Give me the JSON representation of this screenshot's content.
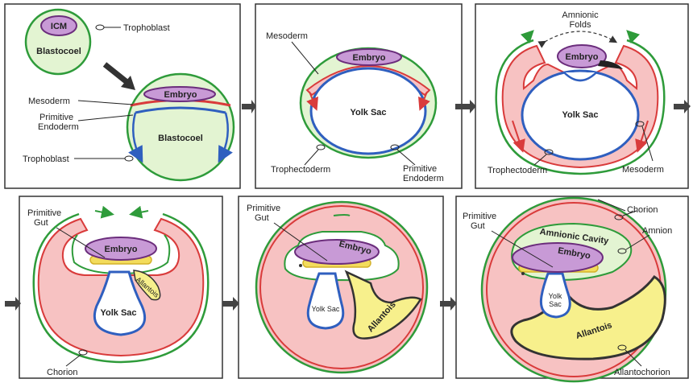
{
  "colors": {
    "chorion_green": "#2e9b3a",
    "trophoblast_fill": "#e3f4d2",
    "mesoderm_red": "#d93b3b",
    "mesoderm_fill": "#f7c2c2",
    "endoderm_blue": "#2f5fbf",
    "embryo_purple": "#c89ad6",
    "embryo_stroke": "#6b2d7c",
    "gut_yellow": "#f3dc5c",
    "allantois_fill": "#f7f08c",
    "frame": "#333333",
    "arrow": "#444444"
  },
  "panels": {
    "p1": {
      "icm": "ICM",
      "trophoblast_top": "Trophoblast",
      "blastocoel_small": "Blastocoel",
      "embryo": "Embryo",
      "mesoderm": "Mesoderm",
      "primitive_endoderm": [
        "Primitive",
        "Endoderm"
      ],
      "blastocoel": "Blastocoel",
      "trophoblast_bottom": "Trophoblast"
    },
    "p2": {
      "mesoderm": "Mesoderm",
      "embryo": "Embryo",
      "yolk_sac": "Yolk Sac",
      "trophectoderm": "Trophectoderm",
      "primitive_endoderm": [
        "Primitive",
        "Endoderm"
      ]
    },
    "p3": {
      "amnionic_folds": [
        "Amnionic",
        "Folds"
      ],
      "embryo": "Embryo",
      "yolk_sac": "Yolk Sac",
      "trophectoderm": "Trophectoderm",
      "mesoderm": "Mesoderm"
    },
    "p4": {
      "primitive_gut": [
        "Primitive",
        "Gut"
      ],
      "embryo": "Embryo",
      "allantois": "Allantois",
      "yolk_sac": "Yolk Sac",
      "chorion": "Chorion"
    },
    "p5": {
      "primitive_gut": [
        "Primitive",
        "Gut"
      ],
      "embryo": "Embryo",
      "yolk_sac": "Yolk Sac",
      "allantois": "Allantois"
    },
    "p6": {
      "primitive_gut": [
        "Primitive",
        "Gut"
      ],
      "chorion": "Chorion",
      "amnionic_cavity": "Amnionic Cavity",
      "amnion": "Amnion",
      "embryo": "Embryo",
      "yolk_sac": [
        "Yolk",
        "Sac"
      ],
      "allantois": "Allantois",
      "allantochorion": "Allantochorion"
    }
  }
}
